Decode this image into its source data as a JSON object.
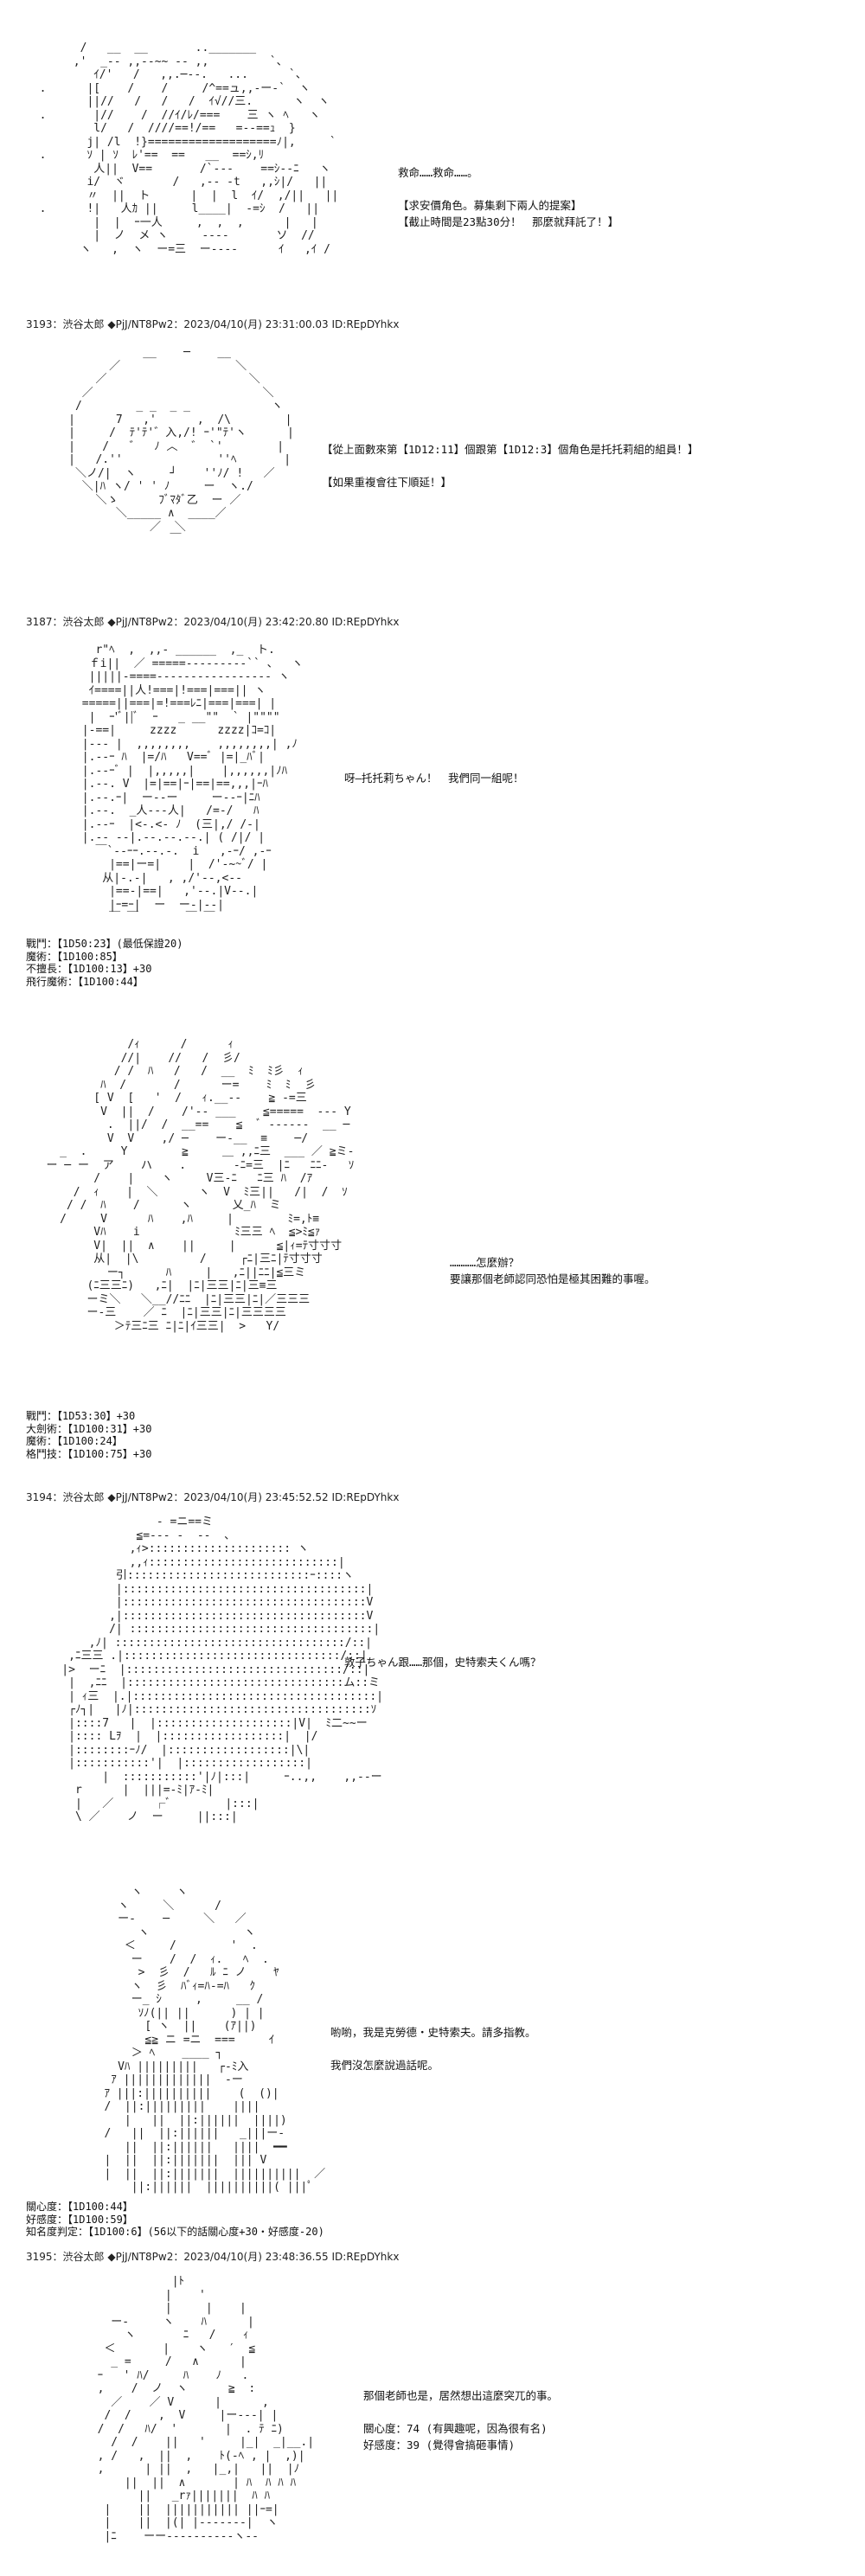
{
  "posts": [
    {
      "header": "",
      "art": "        /   __  __       .._______\n       ,'  _-- ,,--~~ -- ,,         `、\n          ｲ/'   /   ,,.─--.   ...      `、\n  .      |[    /    /     /^==ュ,,-ー-`  ヽ\n         ||//   /   /   /  ｲ√//三.      ヽ  ヽ\n  .       |//    /  //ｲ/ﾚ/===    三 ヽ ﾍ   ヽ\n          l/   /  ////==!/==   =--==ｭ  }    \n         j| /l  !}===================ﾉ|,     `\n  .      ｿ | ｿ  ﾚ'==  ==   __  ==ｼ,ﾘ\n          人||  V==       /`---    ==ｼ--ﾆ   ヽ\n         i/  ヾ       /   ,-- -t   ,,ｼ|/   ||\n         〃  ||  ト      |  |  l  ｲ/  ,/||   ||\n  .      !|   人ｶ ||     l____|  -=ｼ  /   ||\n          |  |  ｰ一人     ,  ,  ,      |   |\n          |  ノ  メ ヽ     ----       ソ  //\n        ヽ   ,  ヽ  ー=三  ー----      ｲ   ,ｲ /",
      "dialogue": "救命……救命……。\n\n【求安價角色。募集剩下兩人的提案】\n【截止時間是23點30分！　那麼就拜託了！】",
      "stats": ""
    },
    {
      "header": "3193：渋谷太郎 ◆PjJ/NT8Pw2：2023/04/10(月) 23:31:00.03 ID:REpDYhkx",
      "art": "                __    ─    __\n           ／                 ＼\n         ／                     ＼\n       ／                         ＼\n      /        _ _  _ _            ヽ\n     |      7   ,'      ,  /\\        |\n     |     /  ﾃ'ﾃ'゛入,/! ｰ'\"ﾃ'ヽ      |\n     |    /   ゛  ﾉ ︿  ゛ `'        |\n     |   /.''              ''ﾍ       |\n      ＼ノ/|  ヽ     ┘    ''ﾉ/ !   ／\n       ＼|ﾊ ヽ/ ' ' ﾉ     ー  ヽ./\n         ＼ゝ      ﾌﾞﾏﾀﾞ乙  ー ／\n            ＼_____ ∧  ____／\n                 ／  ＼\n                    ￣",
      "dialogue": "【從上面數來第【1D12:11】個跟第【1D12:3】個角色是托托莉組的組員！】\n\n【如果重複會往下順延！】",
      "stats": ""
    },
    {
      "header": "3187：渋谷太郎 ◆PjJ/NT8Pw2：2023/04/10(月) 23:42:20.80 ID:REpDYhkx",
      "art": "         r\"ﾍ  ,  ,,- ______  ,_  ト.\n        ｆi||  ／ =====---------`` 、  ヽ\n        |||||-====----------------- ヽ\n        ｲ====||人!===|!===|===|| ヽ\n       =====||===|=!===ﾚﾆ|===|===| |\n        |  ｰ'ﾞ||ﾞ  ｰ   _ __\"\"  ` |\"\"\"\"\n       |-==|     zzzz      zzzz|ｺ=ｺ|\n       |--- |  ,,,,,,,,    ,,,,,,,,| ,ﾉ\n       |.--ｰ ﾊ  |=/ﾊ   V==ﾞ |=|_ﾊﾞ|\n       |.--ｰﾞ |  |,,,,,|    |,,,,,,|ﾉﾊ\n       |.--. V  |=|==|ｰ|==|==,,,|ｰﾊ\n       |.--.ｰ|  ー--ー     ー--ｰ|ﾆﾊ\n       |.--.  _人---人|   /=-/   ﾊ\n       |.--ｰ  |<-.<- ﾉ  (三|,/ /-|\n       |.-- --|.--.--.--.| ( /|/ |\n         ￣`--ｰｰ.--.-.  i   ,-ｰ/ ,-ｰ\n           |==|ー=|    |  /'-~~ﾞ/ |\n          从|-.-|   , ,/'--,<--\n           |==-|==|   ,'--.|V--.|\n           |ｰ=ｰ|  ー  ー-|--|\n           ￣ ￣       ￣ ￣",
      "dialogue": "呀―托托莉ちゃん！　我們同一組呢！",
      "stats": "戰鬥：【1D50:23】(最低保證20)\n魔術：【1D100:85】\n不擅長：【1D100:13】+30\n飛行魔術：【1D100:44】"
    },
    {
      "header": "",
      "art": "               /ｨ      /      ｨ\n              //|    //   /  彡/\n             / /  ﾊ   /   /  __  ﾐ  ﾐ彡  ｨ\n           ﾊ  /       /      ー=    ﾐ  ﾐ  彡\n          [ V  [   '  /   ｨ.__--    ≧ -=三\n           V  ||  /    /'-- ___    ≦=====  --- Y\n            .  ||/  /  __==    ≦  ﾞ ------  __ ─\n            V  V    ,/ ─    ー-__  ≡    ─/\n     _  .     Y        ≧     ＿ ,,ﾆ三  ___ ／ ≧ミ-\n   ー ─ ー  ア    ハ    .       -ﾆ=三  |ﾆ   ﾆﾆ-   ｿ\n          /    |    ヽ     V三-ﾆ   ﾆ三 ﾊ  /ｱ\n       /  ｨ    |  ＼      ヽ  V  ﾐ三||   /|  /  ｿ\n      / /  ﾊ    /      ヽ      乂_ﾊ  ミ\n     /     V      ﾊ    ,ﾊ     |        ﾐ=,ﾄ≡\n          Vﾊ    i              ﾐ三三 ﾍ  ≦>ﾐ≦ｧ\n          V|  ||  ∧    ||     |      ≦|ｨ=ﾃ寸寸寸\n          从|  |\\         /     ┌ﾆ|三ﾆ|ﾃ寸寸寸\n            ー┐      ﾊ     |   ,ﾆ||ﾆﾆ|≦三ミ\n         (ﾆ三三ﾆ)   ,ﾆ|  |ﾆ|三三|ﾆ|三≡三\n         ーミ＼   ＼__//ﾆﾆ  |ﾆ|三三|ﾆ|／三三三\n         ー-三    ／ ﾆ  |ﾆ|三三|ﾆ|三三三三\n             ＞ﾃ三ﾆ三 ﾆ|ﾆ|ｲ三三|  >   Y/",
      "dialogue": "…………怎麼辦？\n要讓那個老師認同恐怕是極其困難的事喔。",
      "stats": "戰鬥：【1D53:30】+30\n大劍術：【1D100:31】+30\n魔術：【1D100:24】\n格鬥技：【1D100:75】+30"
    },
    {
      "header": "3194：渋谷太郎 ◆PjJ/NT8Pw2：2023/04/10(月) 23:45:52.52 ID:REpDYhkx",
      "art": "                  - =ニ==ミ\n               ≦=--- -  --  、\n              ,ｨ>::::::::::::::::::::: ヽ\n              ,,ｨ::::::::::::::::::::::::::::|\n            引:::::::::::::::::::::::::::ｰ::::ヽ\n            |::::::::::::::::::::::::::::::::::::|\n            |::::::::::::::::::::::::::::::::::::V\n           ,|::::::::::::::::::::::::::::::::::::V\n           /| ::::::::::::::::::::::::::::::::::::|\n        ,ﾉ| ::::::::::::::::::::::::::::::::::/::|\n     ,ﾆ三三 .|::::::::::::::::::::::::::::::::/::|\n    |>  ーﾆ  |::::::::::::::::::::::::::::::::/::|\n     |  ,ﾆﾆ  |::::::::::::::::::::::::::::::::ム::ミ\n     | ｨ三  |.|::::::::::::::::::::::::::::::::::::|\n     ┌ﾉ┐|   |ﾉ|:::::::::::::::::::::::::::::::::::ｿ\n     |::::7   |  |::::::::::::::::::::|V|  ﾐ二~~ー\n     |:::: Lｦ  |  |::::::::::::::::::|  |/\n     |::::::::ｰﾉ/  |::::::::::::::::::|\\|\n     |:::::::::::'|  |::::::::::::::::::|\n          |  :::::::::::'|ﾉ|:::|     ｰ..,,    ,,--ー\n      r      |  |||=-ﾐ|ｱ-ﾐ|\n      |   ／      ┌ﾞ        |:::|\n      \\ ／    ノ  ー     ||:::|",
      "dialogue": "敦子ちゃん跟……那個，史特索夫くん嗎？",
      "stats": ""
    },
    {
      "header": "",
      "art": "             ヽ     ヽ\n           ヽ     ＼      /\n           ー-    ─     ＼   ／\n              ヽ              ヽ\n            ＜     /        '  .\n             ー    /  /  ｨ.   ﾍ  .\n              >  彡  /   ﾙ ﾆ ノ    ﾔ\n             ヽ  彡  ﾊﾞｨ=ﾊ-=ﾊ   ｸ\n             ー_ ｼ     ,     __ /\n              ｿﾉ(|| ||      ) | |\n               [ ヽ  ||    (ｱ||)\n               ≦≧ ニ =ニ  ===     ｲ\n             ＞ ﾍ    ____ ┐\n           Vﾊ |||||||||   ┌-ﾐ入\n          ｱ |||||||||||||  ‐ー\n         ｱ |||:||||||||||    (  ()|\n         /  ||:|||||||||    ||||\n            |   ||  ||:||||||  ||||)\n         /   ||  ||:||||||   _|||ー-\n            ||  ||:||||||   ||||  ━━\n         |  ||  ||:|||||||  ||| V\n         |  ||  ||:|||||||  ||||||||||  ／\n             ||:||||||  ||||||||||( |||ﾟ",
      "dialogue": "喲喲，我是克勞德‧史特索夫。請多指教。\n\n我們沒怎麼說過話呢。",
      "stats": "關心度：【1D100:44】\n好感度：【1D100:59】\n知名度判定：【1D100:6】(56以下的話關心度+30‧好感度-20)"
    },
    {
      "header": "3195：渋谷太郎 ◆PjJ/NT8Pw2：2023/04/10(月) 23:48:36.55 ID:REpDYhkx",
      "art": "                   |ﾄ\n                  |    '\n                  |     |    |\n          ー-     ヽ    ﾊ      |\n            ヽ       ﾆ   /    ｨ\n         ＜       |    ヽ   ′  ≦\n          _ =     /   ∧      |\n        ｰ   ' ﾊ/     ﾊ    ﾉ   .\n        ,    /  ノ  ヽ      ≧  :\n          ／    ／ V      |      ,\n         /  /    ,  V     |ー---| |\n        /  /   ﾊ/  '       |  . ﾃ ﾆ)\n          /  /    ||   '     |_|  _|__.|\n        , /   ,  ||  ,    ﾄ(-ﾍ , |  ,)|\n        ,      | ||  ,   |_,|   ||  |ﾉ\n            ||  ||  ∧       | ﾊ  ﾊ ﾊ ﾊ\n              ||   _rｧ|||||||  ﾊ ﾊ\n         |    ||  ||||||||||| ||ｰ=|\n         |    ||  |(| |-------|  ヽ\n         |ﾆ    ーー----------ヽ--",
      "dialogue": "那個老師也是，居然想出這麼突兀的事。\n\n關心度：74 (有興趣呢，因為很有名)\n好感度：39 (覺得會搞砸事情)",
      "stats": ""
    }
  ]
}
